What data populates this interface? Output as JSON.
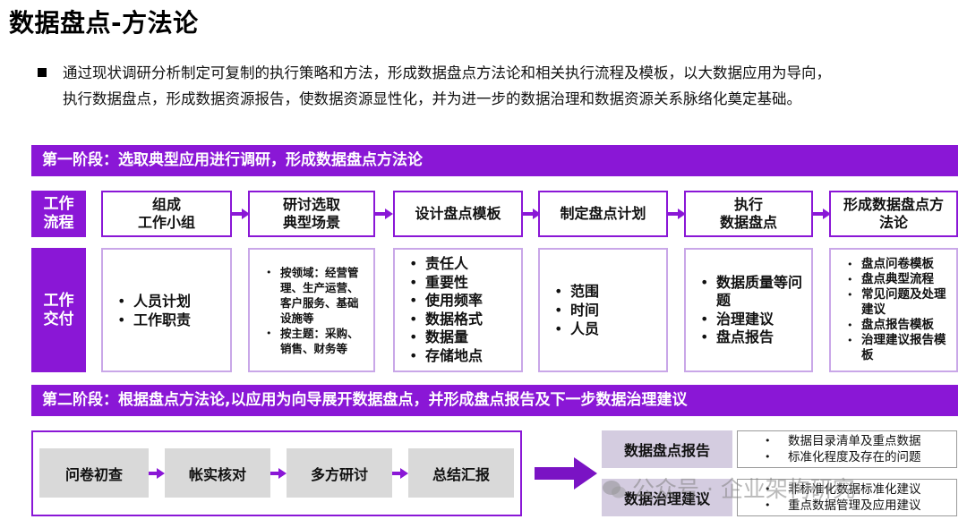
{
  "title": "数据盘点-方法论",
  "intro": {
    "lines": [
      "通过现状调研分析制定可复制的执行策略和方法，形成数据盘点方法论和相关执行流程及模板，以大数据应用为导向，",
      "执行数据盘点，形成数据资源报告，使数据资源显性化，并为进一步的数据治理和数据资源关系脉络化奠定基础。"
    ]
  },
  "stage1": {
    "banner": "第一阶段：选取典型应用进行调研，形成数据盘点方法论",
    "row_labels": {
      "flow": [
        "工作",
        "流程"
      ],
      "delivery": [
        "工作",
        "交付"
      ]
    },
    "steps": [
      {
        "label_lines": [
          "组成",
          "工作小组"
        ],
        "delivery": [
          "人员计划",
          "工作职责"
        ]
      },
      {
        "label_lines": [
          "研讨选取",
          "典型场景"
        ],
        "delivery": [
          "按领域：经营管理、生产运营、客户服务、基础设施等",
          "按主题：采购、销售、财务等"
        ]
      },
      {
        "label_lines": [
          "设计盘点模板"
        ],
        "delivery": [
          "责任人",
          "重要性",
          "使用频率",
          "数据格式",
          "数据量",
          "存储地点"
        ]
      },
      {
        "label_lines": [
          "制定盘点计划"
        ],
        "delivery": [
          "范围",
          "时间",
          "人员"
        ]
      },
      {
        "label_lines": [
          "执行",
          "数据盘点"
        ],
        "delivery": [
          "数据质量等问题",
          "治理建议",
          "盘点报告"
        ]
      },
      {
        "label_lines": [
          "形成数据盘点方",
          "法论"
        ],
        "delivery": [
          "盘点问卷模板",
          "盘点典型流程",
          "常见问题及处理建议",
          "盘点报告模板",
          "治理建议报告模板"
        ]
      }
    ]
  },
  "stage2": {
    "banner": "第二阶段：根据盘点方法论,以应用为向导展开数据盘点，并形成盘点报告及下一步数据治理建议",
    "steps": [
      "问卷初查",
      "帐实核对",
      "多方研讨",
      "总结汇报"
    ],
    "outputs": [
      {
        "label": "数据盘点报告",
        "items": [
          "数据目录清单及重点数据",
          "标准化程度及存在的问题"
        ]
      },
      {
        "label": "数据治理建议",
        "items": [
          "非标准化数据标准化建议",
          "重点数据管理及应用建议"
        ]
      }
    ]
  },
  "watermark": "公众号 · 企业架构研究"
}
